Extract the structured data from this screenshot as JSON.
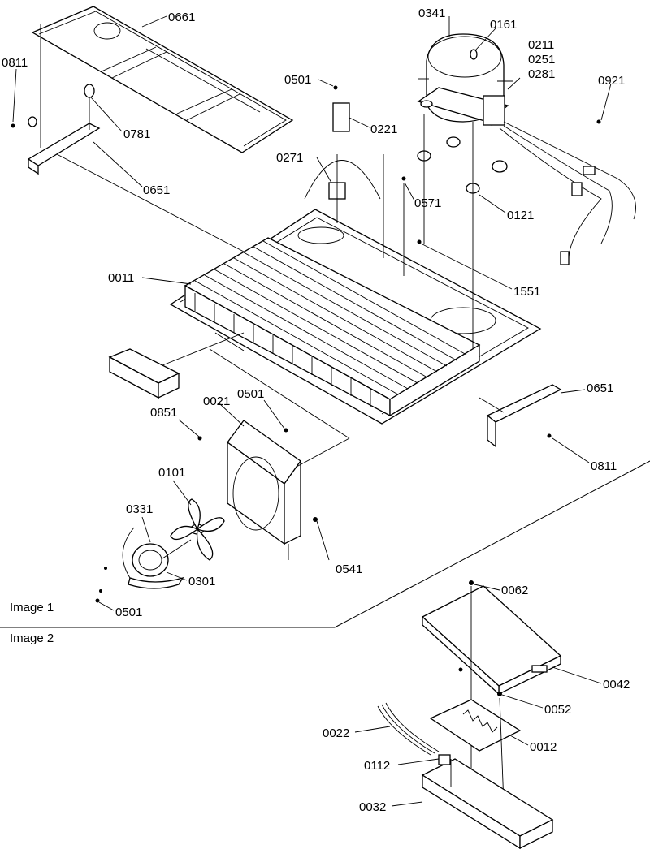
{
  "title": "",
  "image_labels": {
    "image1": "Image 1",
    "image2": "Image 2"
  },
  "callouts": {
    "p0661": "0661",
    "p0811a": "0811",
    "p0781": "0781",
    "p0651a": "0651",
    "p0501a": "0501",
    "p0221": "0221",
    "p0271": "0271",
    "p0571": "0571",
    "p0341": "0341",
    "p0161": "0161",
    "p0211": "0211",
    "p0251": "0251",
    "p0281": "0281",
    "p0921": "0921",
    "p0121": "0121",
    "p0011": "0011",
    "p1551": "1551",
    "p0651b": "0651",
    "p0811b": "0811",
    "p0021": "0021",
    "p0501b": "0501",
    "p0851": "0851",
    "p0101": "0101",
    "p0331": "0331",
    "p0301": "0301",
    "p0541": "0541",
    "p0501c": "0501",
    "p0062": "0062",
    "p0042": "0042",
    "p0052": "0052",
    "p0022": "0022",
    "p0012": "0012",
    "p0112": "0112",
    "p0032": "0032"
  }
}
